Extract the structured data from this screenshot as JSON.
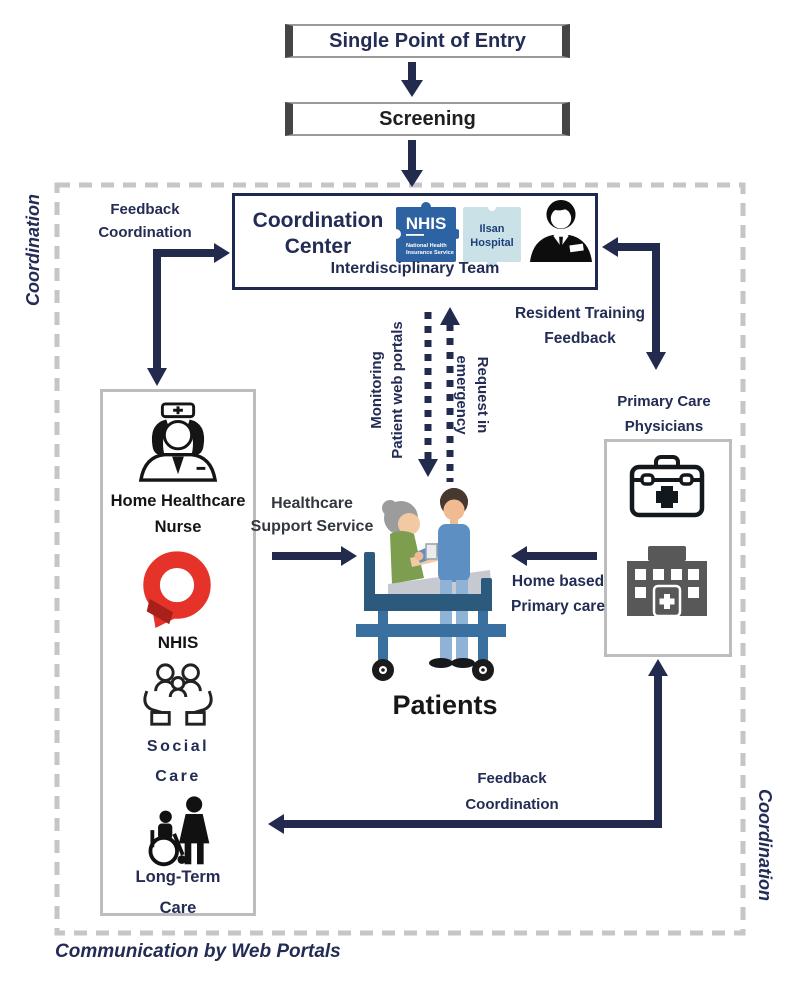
{
  "flow": {
    "entry": "Single Point of Entry",
    "screening": "Screening"
  },
  "center": {
    "title": "Coordination\nCenter",
    "team": "Interdisciplinary Team",
    "nhis_abbr": "NHIS",
    "nhis_sub1": "National Health",
    "nhis_sub2": "Insurance Service",
    "hospital1": "Ilsan",
    "hospital2": "Hospital"
  },
  "sides": {
    "left_label": "Coordination",
    "right_label": "Coordination",
    "bottom_label": "Communication by Web Portals"
  },
  "arrows": {
    "feedback_top": "Feedback\nCoordination",
    "monitoring": "Monitoring\nPatient web portals",
    "request": "Request in\nemergency",
    "resident": "Resident Training\nFeedback",
    "support": "Healthcare\nSupport Service",
    "home_based": "Home based\nPrimary care",
    "feedback_bottom": "Feedback\nCoordination"
  },
  "left_box": {
    "nurse": "Home Healthcare\nNurse",
    "nhis": "NHIS",
    "social": "Social\nCare",
    "longterm": "Long-Term\nCare"
  },
  "right_box": {
    "title": "Primary Care\nPhysicians"
  },
  "patients_label": "Patients",
  "colors": {
    "navy": "#232c54",
    "arrow_navy": "#222b4d",
    "nhis_blue": "#2d62a3",
    "ilsan_light_blue": "#c9e1e7",
    "nhis_red": "#e5332a",
    "box_gray_border": "#bdbdbd",
    "dash_gray": "#c6c6c6"
  }
}
